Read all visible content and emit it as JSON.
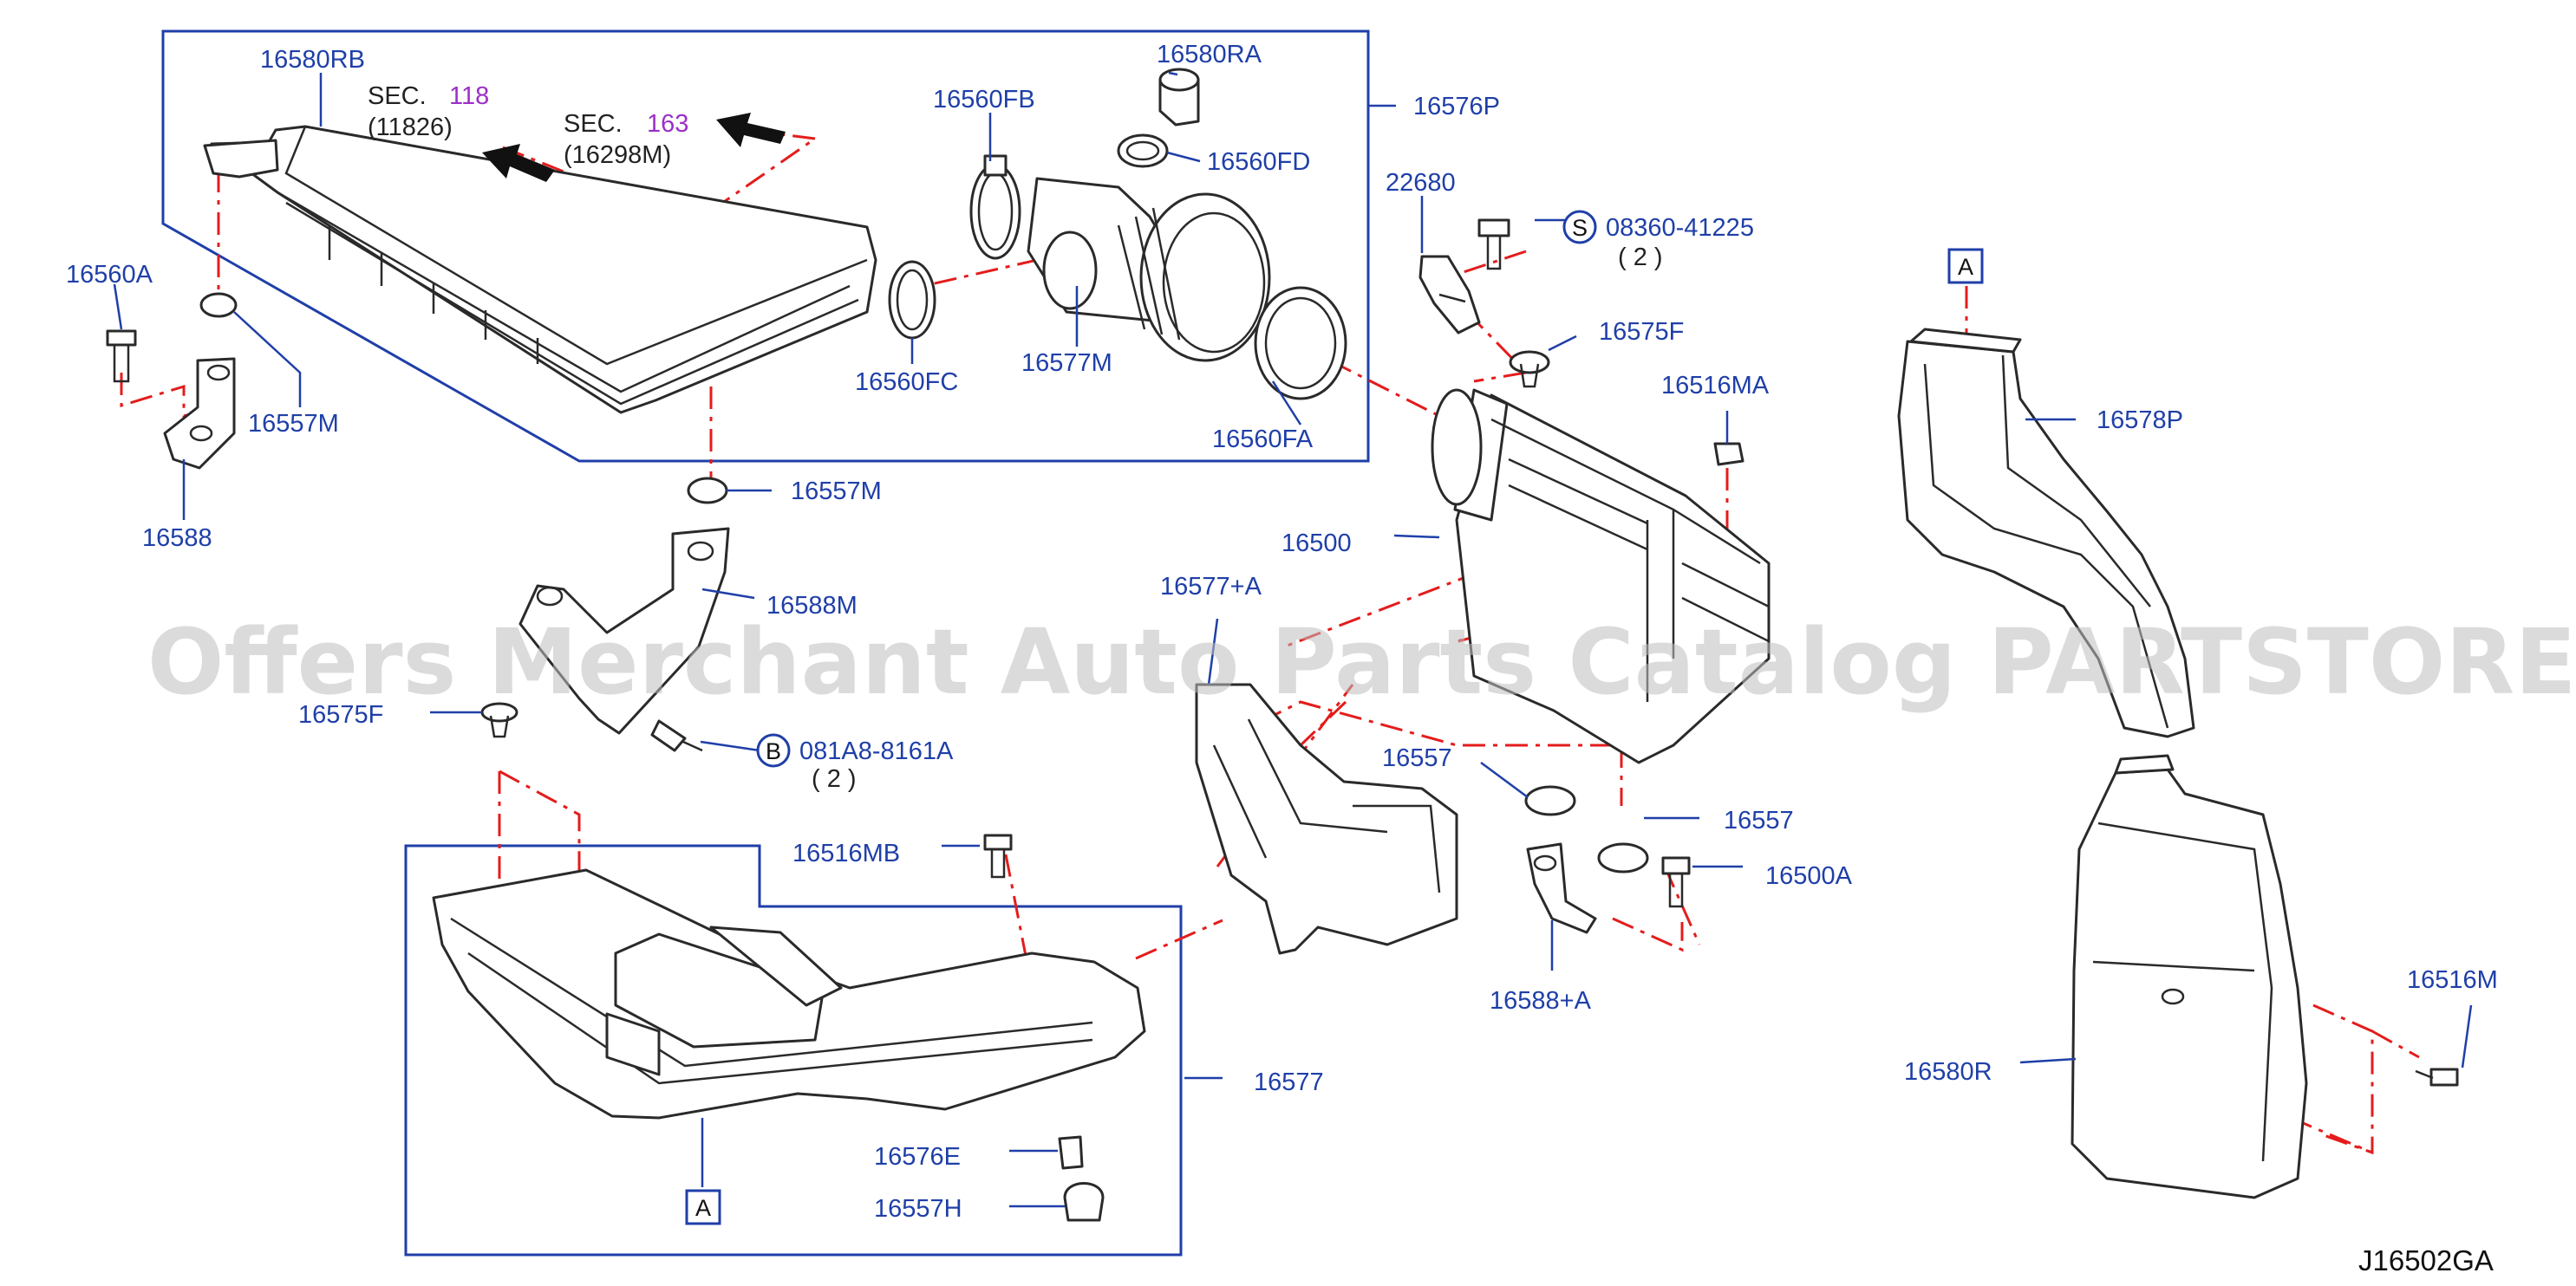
{
  "diagram_code": "J16502GA",
  "watermark": "Offers Merchant Auto Parts Catalog PARTSTORE.SA",
  "section_refs": [
    {
      "prefix": "SEC.",
      "number": "118",
      "sub": "(11826)"
    },
    {
      "prefix": "SEC.",
      "number": "163",
      "sub": "(16298M)"
    }
  ],
  "bolt_callouts": [
    {
      "letter": "S",
      "code": "08360-41225",
      "qty": "( 2 )"
    },
    {
      "letter": "B",
      "code": "081A8-8161A",
      "qty": "( 2 )"
    }
  ],
  "connection_marker": "A",
  "parts": {
    "p16580RB": "16580RB",
    "p16580RA": "16580RA",
    "p16560FB": "16560FB",
    "p16576P": "16576P",
    "p16560FD": "16560FD",
    "p16560A": "16560A",
    "p16557M_a": "16557M",
    "p16588": "16588",
    "p16560FC": "16560FC",
    "p16577M": "16577M",
    "p16560FA": "16560FA",
    "p16557M_b": "16557M",
    "p16588M": "16588M",
    "p22680": "22680",
    "p16575F_a": "16575F",
    "p16516MA": "16516MA",
    "p16500": "16500",
    "p16577A": "16577+A",
    "p16575F_b": "16575F",
    "p16557_a": "16557",
    "p16557_b": "16557",
    "p16500A": "16500A",
    "p16588A": "16588+A",
    "p16516MB": "16516MB",
    "p16577": "16577",
    "p16576E": "16576E",
    "p16557H": "16557H",
    "p16578P": "16578P",
    "p16516M": "16516M",
    "p16580R": "16580R"
  }
}
